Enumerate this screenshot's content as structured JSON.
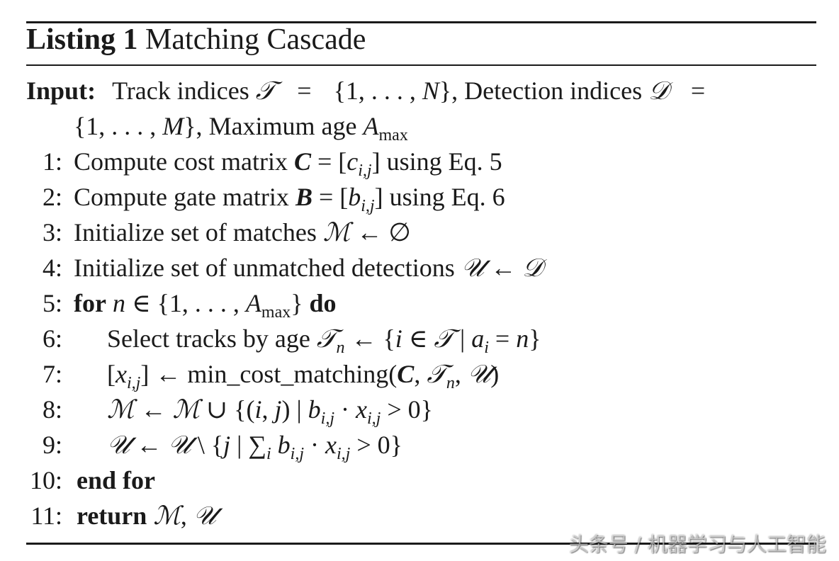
{
  "title": {
    "label": "Listing 1",
    "name": "Matching Cascade"
  },
  "input": {
    "keyword": "Input:",
    "text1": "Track indices",
    "text2": "Detection indices",
    "text3": "Maximum age"
  },
  "steps": [
    {
      "num": "1:",
      "pre": "Compute cost matrix",
      "post": "using Eq. 5"
    },
    {
      "num": "2:",
      "pre": "Compute gate matrix",
      "post": "using Eq. 6"
    },
    {
      "num": "3:",
      "pre": "Initialize set of matches"
    },
    {
      "num": "4:",
      "pre": "Initialize set of unmatched detections"
    },
    {
      "num": "5:",
      "kw": "for",
      "kw2": "do"
    },
    {
      "num": "6:",
      "pre": "Select tracks by age"
    },
    {
      "num": "7:",
      "func": "min_cost_matching"
    },
    {
      "num": "8:"
    },
    {
      "num": "9:"
    },
    {
      "num": "10:",
      "kw": "end for"
    },
    {
      "num": "11:",
      "kw": "return"
    }
  ],
  "watermark": "头条号 / 机器学习与人工智能"
}
